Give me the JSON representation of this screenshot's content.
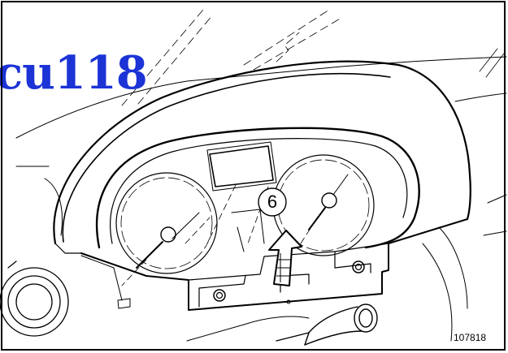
{
  "watermark": {
    "text": "cu118",
    "color": "#1c33d6"
  },
  "callout": {
    "label": "6"
  },
  "figure_reference": "107818",
  "colors": {
    "line": "#000000",
    "background": "#ffffff"
  }
}
